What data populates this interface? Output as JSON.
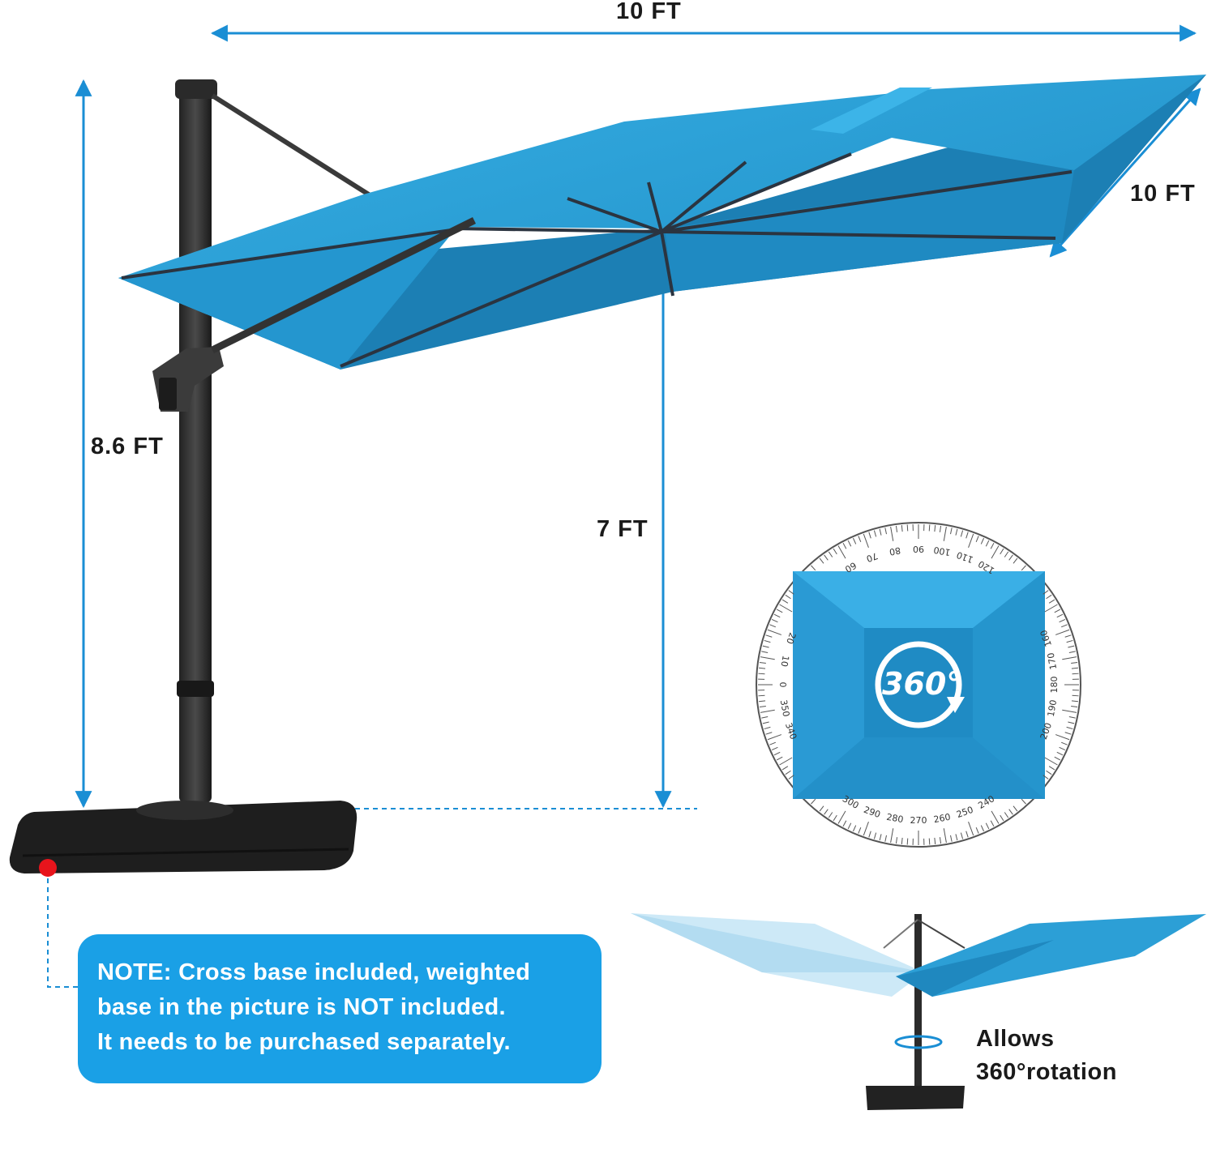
{
  "dimensions": {
    "top_width": "10 FT",
    "side_depth": "10 FT",
    "pole_height": "8.6 FT",
    "canopy_clearance": "7 FT"
  },
  "note": {
    "lines": [
      "NOTE: Cross base included, weighted",
      "base in the picture is NOT included.",
      "It needs to be purchased separately."
    ]
  },
  "rotation": {
    "badge_text": "360°",
    "caption_lines": [
      "Allows",
      "360°rotation"
    ],
    "dial_labels": [
      "0",
      "10",
      "20",
      "60",
      "70",
      "80",
      "90",
      "100",
      "110",
      "120",
      "160",
      "170",
      "180",
      "190",
      "200",
      "240",
      "250",
      "260",
      "270",
      "280",
      "290",
      "300",
      "340",
      "350"
    ]
  },
  "colors": {
    "canopy": "#2c9fd6",
    "canopy_dark": "#1b7fb4",
    "arrow": "#1a8ed4",
    "note_bg": "#1aa0e6",
    "base": "#1e1e1e",
    "marker": "#e8141c"
  }
}
